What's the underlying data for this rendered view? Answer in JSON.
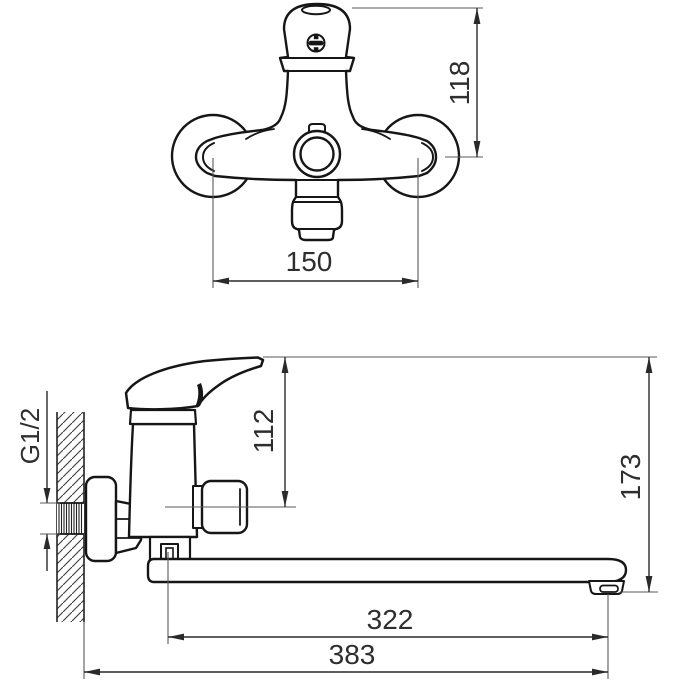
{
  "colors": {
    "background": "#ffffff",
    "outline": "#161616",
    "dimension_line": "#2a2a2a",
    "extension_line": "#5a5a5a",
    "text": "#2e2e2e"
  },
  "front_view": {
    "dim_height": "118",
    "dim_mounting_spacing": "150"
  },
  "side_view": {
    "thread_size": "G1/2",
    "dim_handle_height": "112",
    "dim_overall_height": "173",
    "dim_spout_reach": "322",
    "dim_overall_reach": "383"
  }
}
